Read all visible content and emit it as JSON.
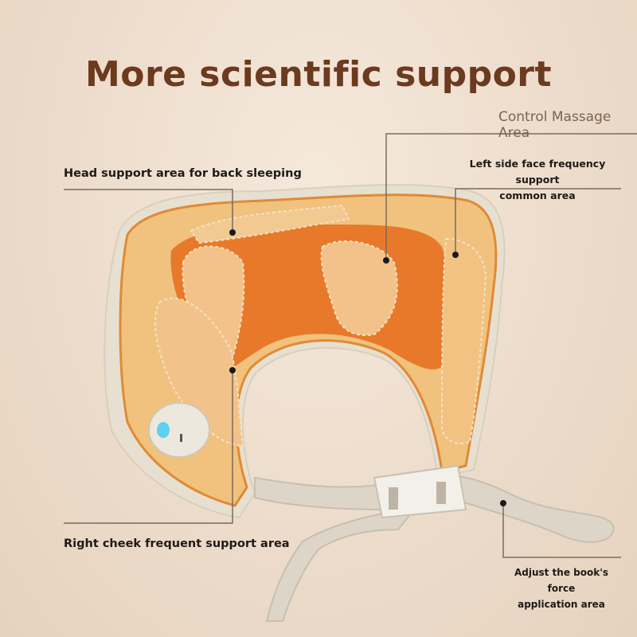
{
  "title": "More scientific support",
  "labels": {
    "control_massage": "Control Massage Area",
    "head_support": "Head support area for back sleeping",
    "left_side_line1": "Left side face frequency support",
    "left_side_line2": "common area",
    "right_cheek": "Right cheek frequent support area",
    "adjust_line1": "Adjust the book's force",
    "adjust_line2": "application area"
  },
  "colors": {
    "title": "#6b3a1f",
    "pillow_shell": "#e6dfd0",
    "orange_core": "#e67b2b",
    "yellow_pad": "#f2c27a",
    "button_light": "#5fd0f0"
  }
}
